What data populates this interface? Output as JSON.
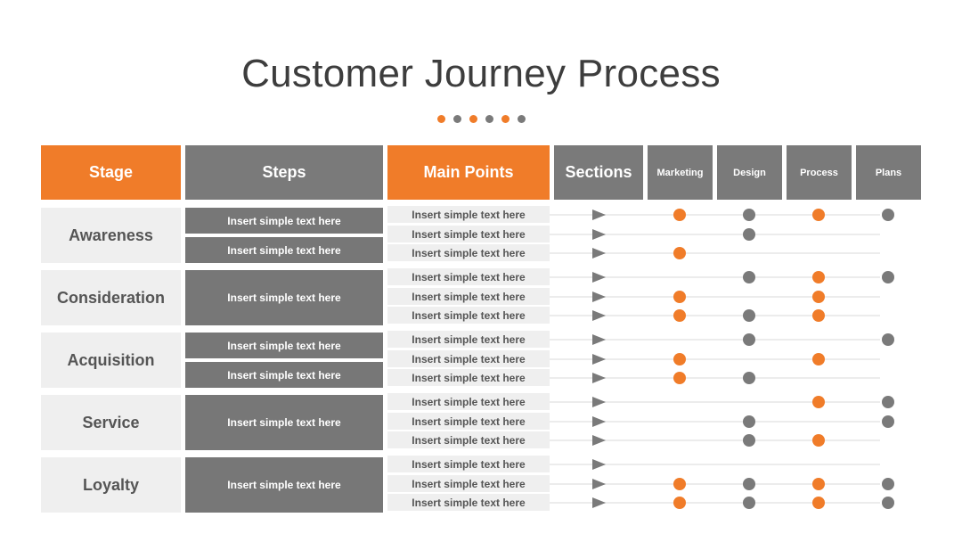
{
  "title": "Customer Journey Process",
  "colors": {
    "orange": "#F07C29",
    "gray": "#7a7a7a"
  },
  "dots": [
    "orange",
    "gray",
    "orange",
    "gray",
    "orange",
    "gray"
  ],
  "headers": {
    "stage": "Stage",
    "steps": "Steps",
    "main_points": "Main Points",
    "sections": "Sections",
    "marketing": "Marketing",
    "design": "Design",
    "process": "Process",
    "plans": "Plans"
  },
  "stages": [
    {
      "name": "Awareness",
      "steps": [
        "Insert simple text here",
        "Insert simple text here"
      ],
      "rows": [
        {
          "point": "Insert simple text here",
          "marks": [
            "orange",
            "gray",
            "orange",
            "gray"
          ]
        },
        {
          "point": "Insert simple text here",
          "marks": [
            null,
            "gray",
            null,
            null
          ]
        },
        {
          "point": "Insert simple text here",
          "marks": [
            "orange",
            null,
            null,
            null
          ]
        }
      ]
    },
    {
      "name": "Consideration",
      "steps": [
        "Insert simple text here"
      ],
      "rows": [
        {
          "point": "Insert simple text here",
          "marks": [
            null,
            "gray",
            "orange",
            "gray"
          ]
        },
        {
          "point": "Insert simple text here",
          "marks": [
            "orange",
            null,
            "orange",
            null
          ]
        },
        {
          "point": "Insert simple text here",
          "marks": [
            "orange",
            "gray",
            "orange",
            null
          ]
        }
      ]
    },
    {
      "name": "Acquisition",
      "steps": [
        "Insert simple text here",
        "Insert simple text here"
      ],
      "rows": [
        {
          "point": "Insert simple text here",
          "marks": [
            null,
            "gray",
            null,
            "gray"
          ]
        },
        {
          "point": "Insert simple text here",
          "marks": [
            "orange",
            null,
            "orange",
            null
          ]
        },
        {
          "point": "Insert simple text here",
          "marks": [
            "orange",
            "gray",
            null,
            null
          ]
        }
      ]
    },
    {
      "name": "Service",
      "steps": [
        "Insert simple text here"
      ],
      "rows": [
        {
          "point": "Insert simple text here",
          "marks": [
            null,
            null,
            "orange",
            "gray"
          ]
        },
        {
          "point": "Insert simple text here",
          "marks": [
            null,
            "gray",
            null,
            "gray"
          ]
        },
        {
          "point": "Insert simple text here",
          "marks": [
            null,
            "gray",
            "orange",
            null
          ]
        }
      ]
    },
    {
      "name": "Loyalty",
      "steps": [
        "Insert simple text here"
      ],
      "rows": [
        {
          "point": "Insert simple text here",
          "marks": [
            null,
            null,
            null,
            null
          ]
        },
        {
          "point": "Insert simple text here",
          "marks": [
            "orange",
            "gray",
            "orange",
            "gray"
          ]
        },
        {
          "point": "Insert simple text here",
          "marks": [
            "orange",
            "gray",
            "orange",
            "gray"
          ]
        }
      ]
    }
  ]
}
